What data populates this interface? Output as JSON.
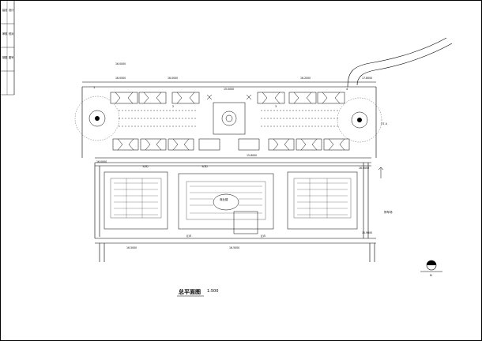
{
  "drawing": {
    "title": "总平面图",
    "scale": "1:500"
  },
  "title_block": {
    "cells": [
      "建设",
      "设计",
      "审核",
      "校对",
      "制图",
      "图号"
    ]
  },
  "elevations": {
    "e1": "16.0000",
    "e2": "16.0000",
    "e3": "16.0000",
    "e4": "15.0000",
    "e5": "17.8000",
    "e6": "16.2000",
    "e7": "16.0000",
    "e8": "15.8000",
    "e9": "16.0000",
    "e10": "16.5000",
    "e11": "16.5000",
    "e12": "15.9600"
  },
  "labels": {
    "bld_mid": "商业楼",
    "left_dim": "1(D)",
    "mid_dim": "1(D)",
    "park": "停车场",
    "right_no": "37.4",
    "n1": "1",
    "n2": "2",
    "n3": "3",
    "n4": "4",
    "bottom_a": "(J)5",
    "bottom_b": "(J)5"
  },
  "compass": {
    "caption": "N"
  }
}
